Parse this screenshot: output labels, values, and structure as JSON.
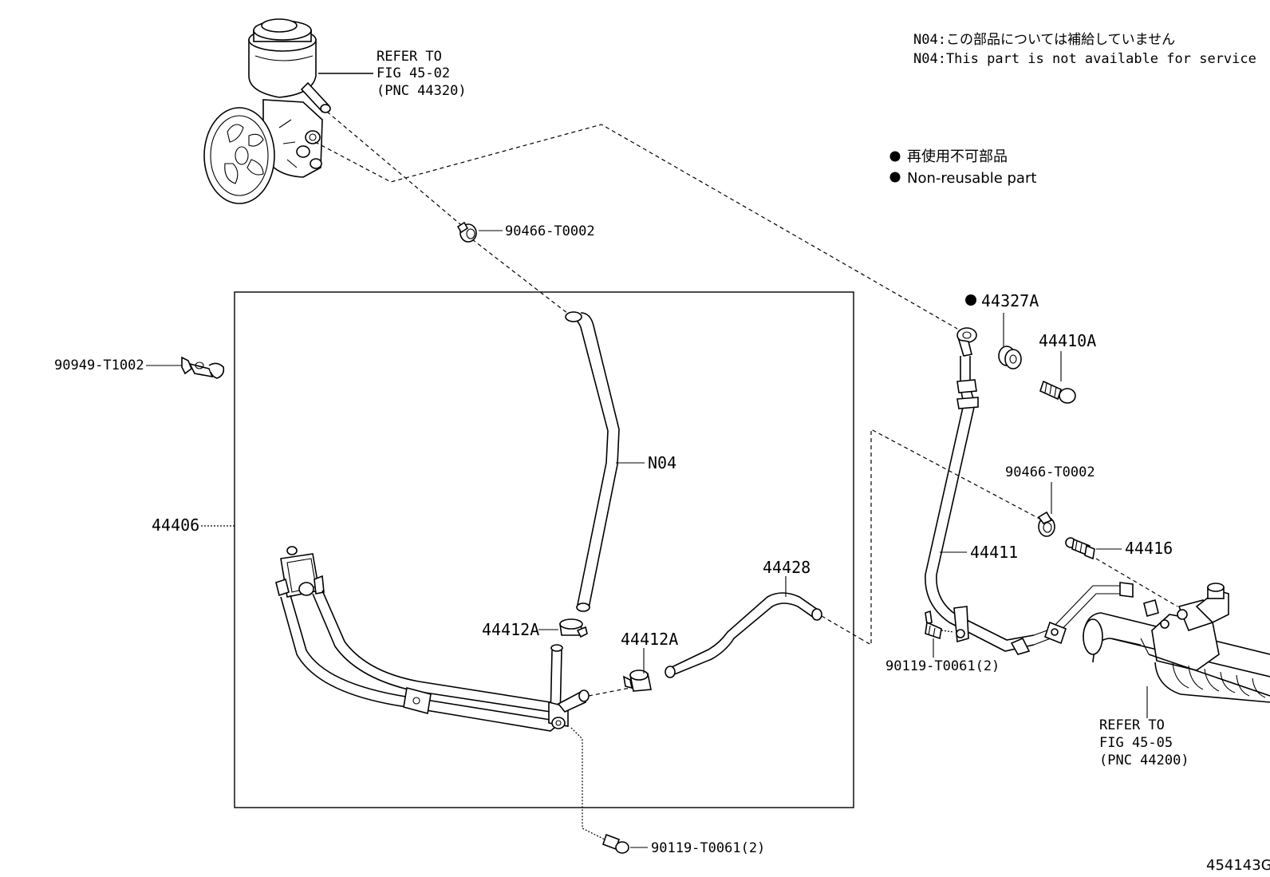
{
  "notes": {
    "n04_jp": "N04:この部品については補給していません",
    "n04_en": "N04:This part is not available for service"
  },
  "legend": {
    "nonreusable_jp": "再使用不可部品",
    "nonreusable_en": "Non-reusable part"
  },
  "refs": {
    "top": [
      "REFER TO",
      "FIG 45-02",
      "(PNC 44320)"
    ],
    "bottom": [
      "REFER TO",
      "FIG 45-05",
      "(PNC 44200)"
    ]
  },
  "labels": {
    "clamp_top": "90466-T0002",
    "clip_left": "90949-T1002",
    "n04": "N04",
    "assy": "44406",
    "clamp_a1": "44412A",
    "clamp_a2": "44412A",
    "hose_44428": "44428",
    "bolt_bottom": "90119-T0061(2)",
    "o_ring": "44327A",
    "union_bolt": "44410A",
    "clamp_right": "90466-T0002",
    "pipe_44411": "44411",
    "union_44416": "44416",
    "bolt_right": "90119-T0061(2)"
  },
  "figure_id": "454143G"
}
